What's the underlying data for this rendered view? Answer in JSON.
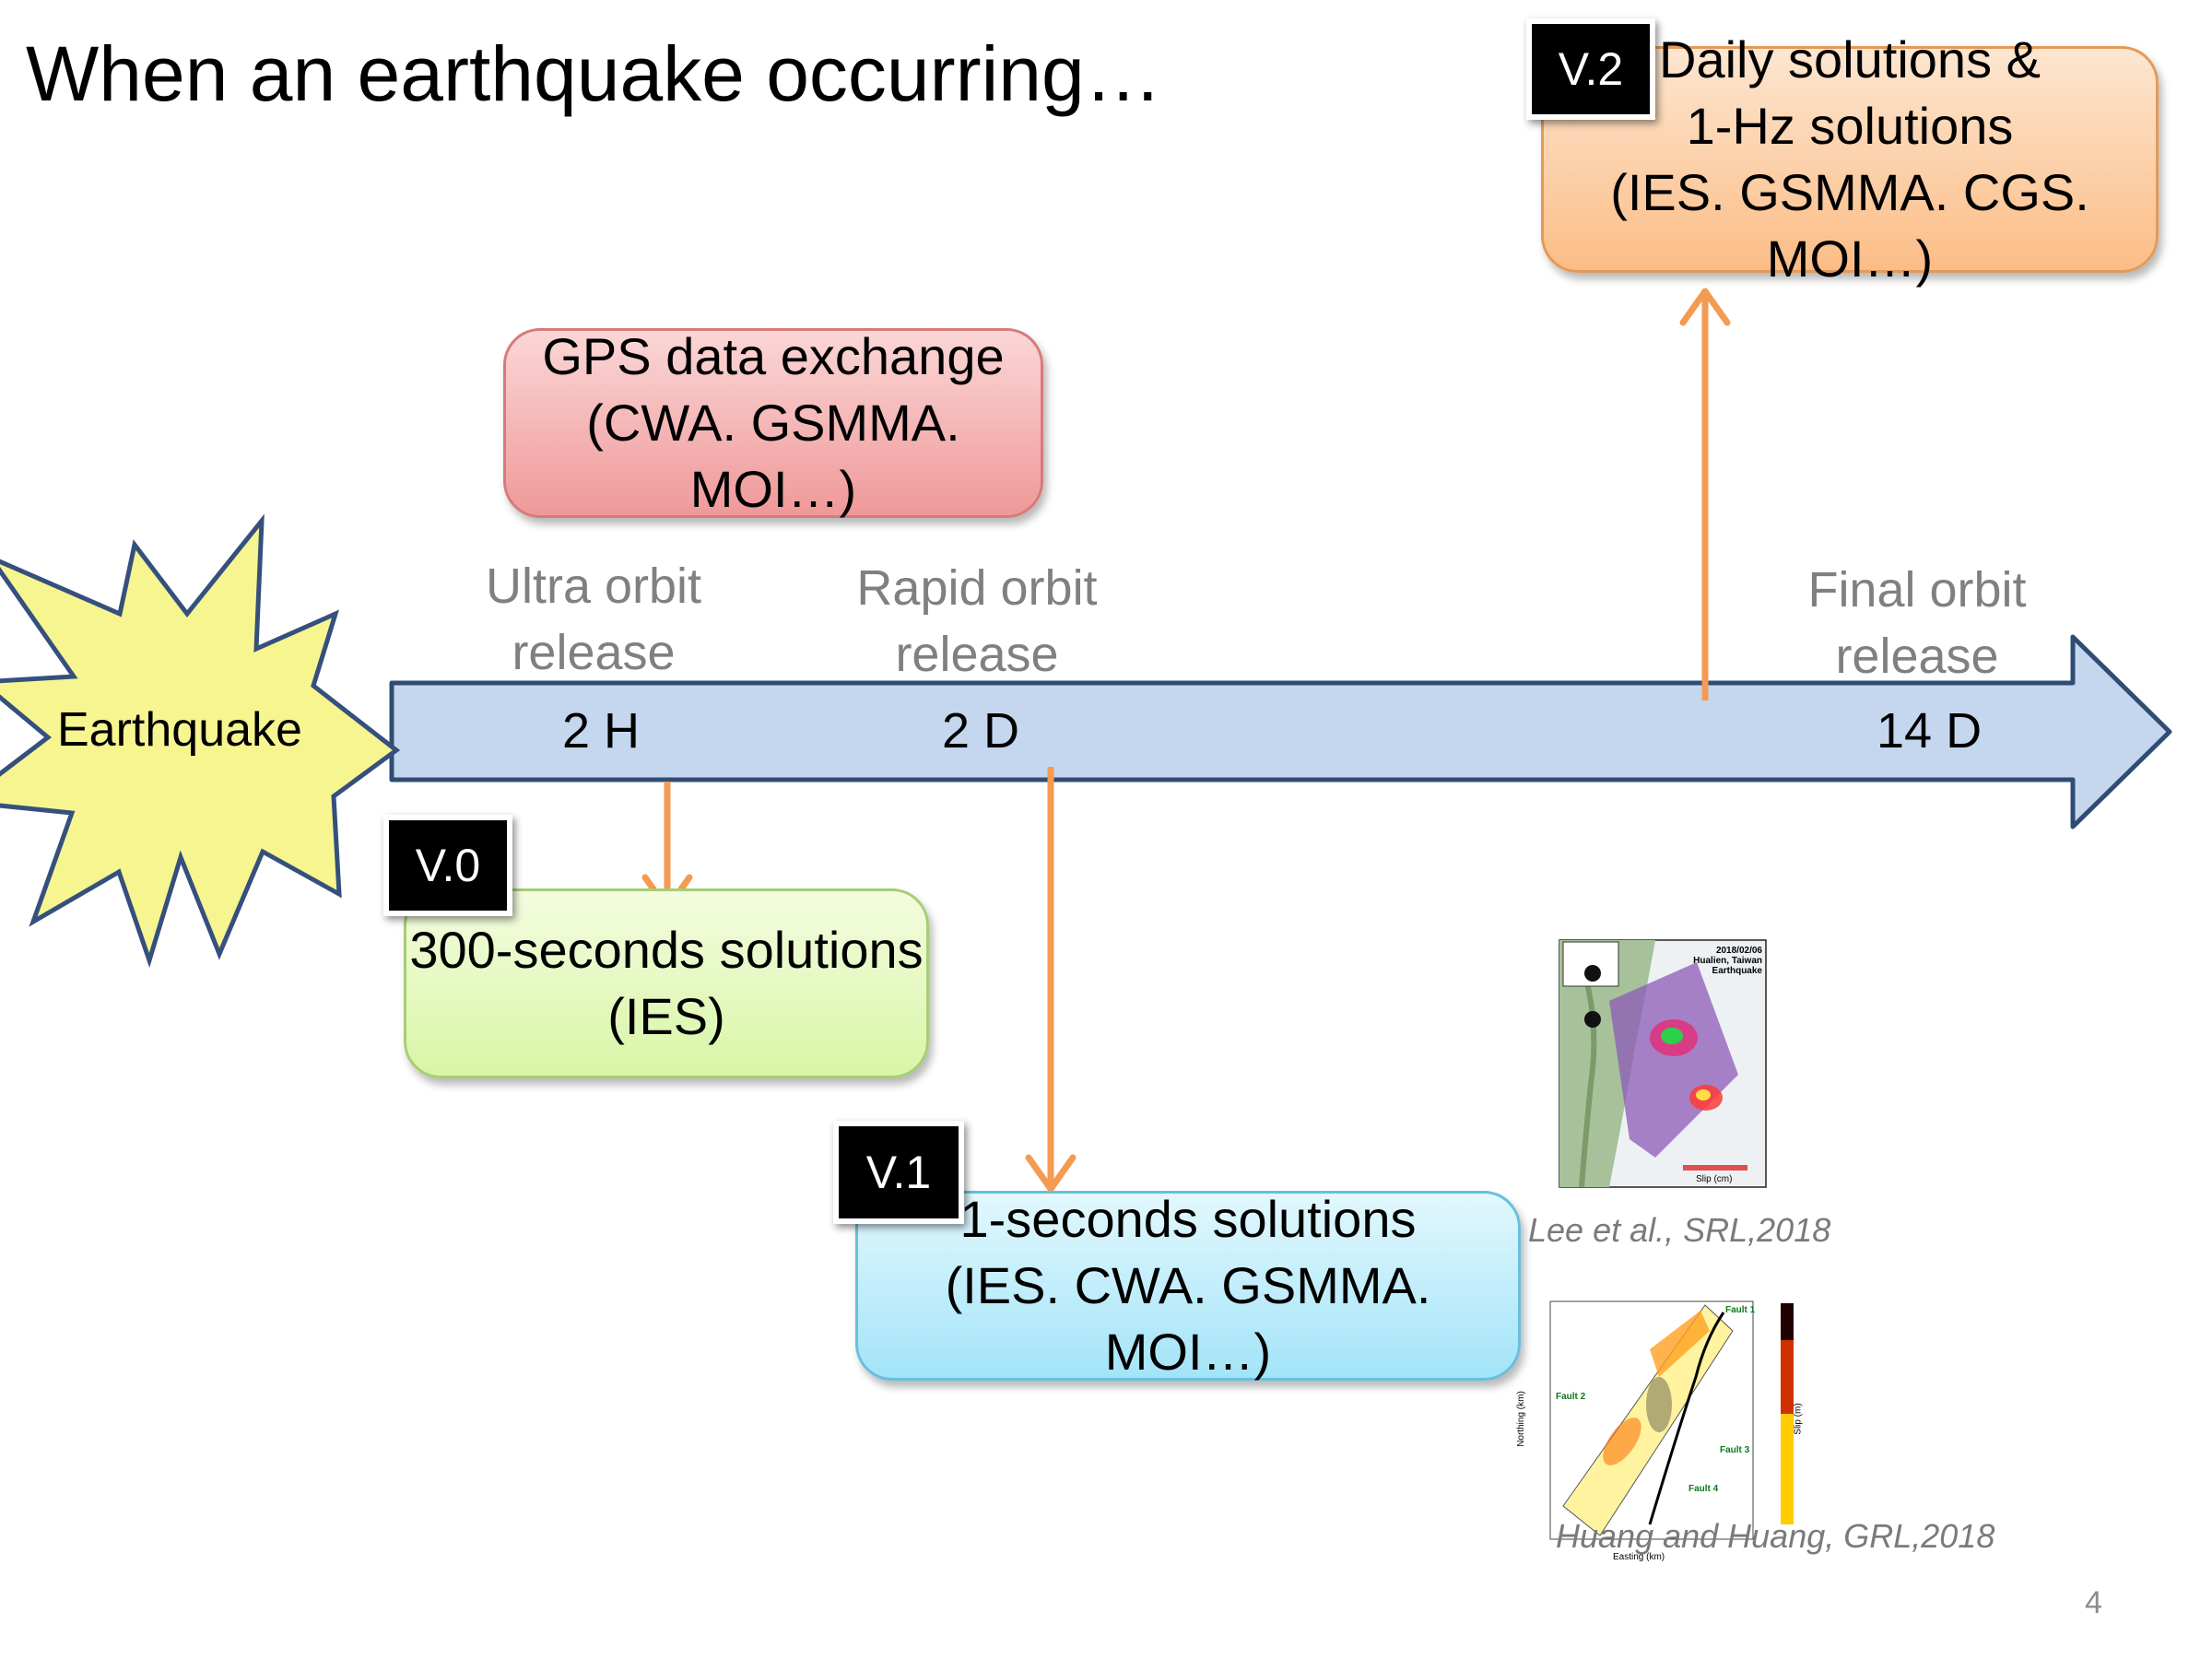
{
  "title": "When an earthquake occurring…",
  "earthquake_label": "Earthquake",
  "timeline": {
    "milestones": [
      {
        "top": "Ultra orbit",
        "bottom": "release",
        "time": "2 H"
      },
      {
        "top": "Rapid orbit",
        "bottom": "release",
        "time": "2 D"
      },
      {
        "top": "Final orbit",
        "bottom": "release",
        "time": "14 D"
      }
    ]
  },
  "gps_box": {
    "line1": "GPS data exchange",
    "line2": "(CWA. GSMMA. MOI…)"
  },
  "versions": [
    {
      "tag": "V.0",
      "line1": "300-seconds solutions",
      "line2": "(IES)"
    },
    {
      "tag": "V.1",
      "line1": "1-seconds solutions",
      "line2": "(IES. CWA. GSMMA. MOI…)"
    },
    {
      "tag": "V.2",
      "line1": "Daily solutions &",
      "line2": "1-Hz solutions",
      "line3": "(IES. GSMMA. CGS. MOI…)"
    }
  ],
  "figures": [
    {
      "citation": "Lee et al., SRL,2018",
      "inset_title": "2018/02/06 Hualien, Taiwan Earthquake",
      "legend_label": "Slip (cm)"
    },
    {
      "citation": "Huang and Huang, GRL,2018",
      "faults": [
        "Fault 1",
        "Fault 2",
        "Fault 3",
        "Fault 4"
      ],
      "colorbar_label": "Slip (m)",
      "xlabel": "Easting (km)",
      "ylabel": "Northing (km)"
    }
  ],
  "page_number": "4",
  "colors": {
    "arrow_fill": "#c5d7ee",
    "arrow_stroke": "#2f4d73",
    "connector": "#f49b52",
    "star_fill": "#f7f590",
    "star_stroke": "#35507d"
  }
}
